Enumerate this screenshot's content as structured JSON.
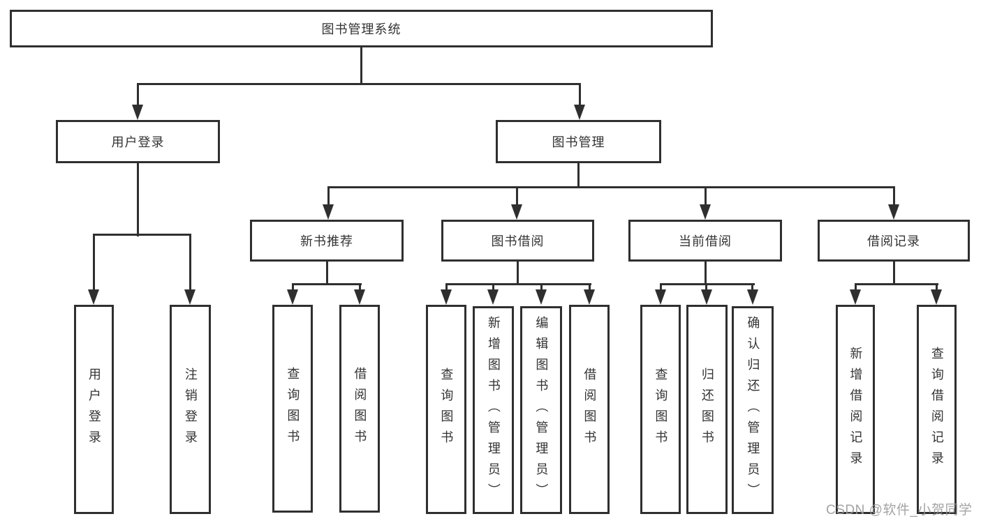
{
  "diagram": {
    "title": "图书管理系统",
    "level1": [
      {
        "label": "用户登录"
      },
      {
        "label": "图书管理"
      }
    ],
    "level2": [
      {
        "label": "新书推荐"
      },
      {
        "label": "图书借阅"
      },
      {
        "label": "当前借阅"
      },
      {
        "label": "借阅记录"
      }
    ],
    "leaves": {
      "login": [
        {
          "label": "用户登录"
        },
        {
          "label": "注销登录"
        }
      ],
      "recommend": [
        {
          "label": "查询图书"
        },
        {
          "label": "借阅图书"
        }
      ],
      "borrow": [
        {
          "label": "查询图书"
        },
        {
          "label": "新增图书（管理员）"
        },
        {
          "label": "编辑图书（管理员）"
        },
        {
          "label": "借阅图书"
        }
      ],
      "current": [
        {
          "label": "查询图书"
        },
        {
          "label": "归还图书"
        },
        {
          "label": "确认归还（管理员）"
        }
      ],
      "records": [
        {
          "label": "新增借阅记录"
        },
        {
          "label": "查询借阅记录"
        }
      ]
    },
    "colors": {
      "line": "#2f2f2f",
      "text": "#333333",
      "watermark": "#9a9a9a",
      "background": "#ffffff"
    }
  },
  "watermark": {
    "text": "CSDN @软件_小贺同学"
  }
}
